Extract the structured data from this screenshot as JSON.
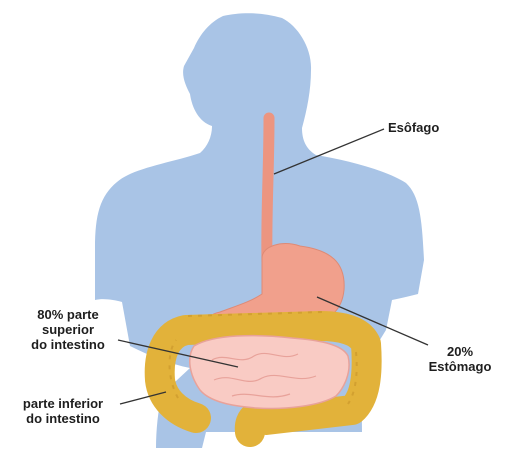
{
  "labels": {
    "esophagus": "Esôfago",
    "stomach_percent": "20%",
    "stomach": "Estômago",
    "upper_intestine_line1": "80% parte",
    "upper_intestine_line2": "superior",
    "upper_intestine_line3": "do intestino",
    "lower_intestine_line1": "parte inferior",
    "lower_intestine_line2": "do intestino"
  },
  "colors": {
    "body_silhouette": "#a9c4e6",
    "esophagus_stomach": "#f1a08c",
    "small_intestine": "#f9cbc4",
    "large_intestine": "#e2b23a",
    "leader_line": "#333333",
    "label_text": "#1e1e1e"
  }
}
